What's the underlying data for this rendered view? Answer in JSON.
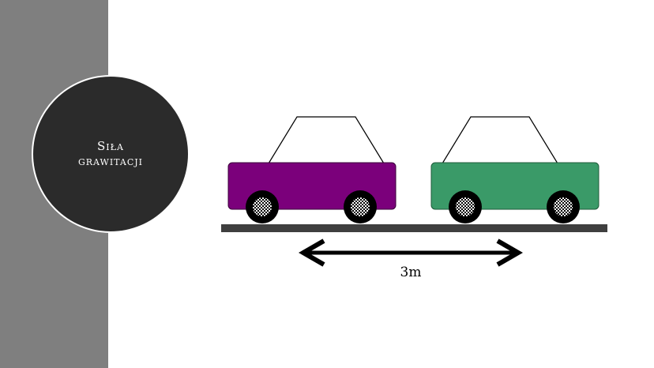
{
  "slide": {
    "title_line1": "Siła",
    "title_line2": "grawitacji"
  },
  "diagram": {
    "distance_label": "3m",
    "colors": {
      "car_left_body": "#7b007b",
      "car_right_body": "#3a9a68",
      "road": "#3f3f3f",
      "arrow": "#000000",
      "side_band": "#7f7f7f",
      "title_circle": "#2b2b2b"
    },
    "icons": {
      "car_left": "car-icon",
      "car_right": "car-icon",
      "wheel": "wheel-icon"
    }
  }
}
